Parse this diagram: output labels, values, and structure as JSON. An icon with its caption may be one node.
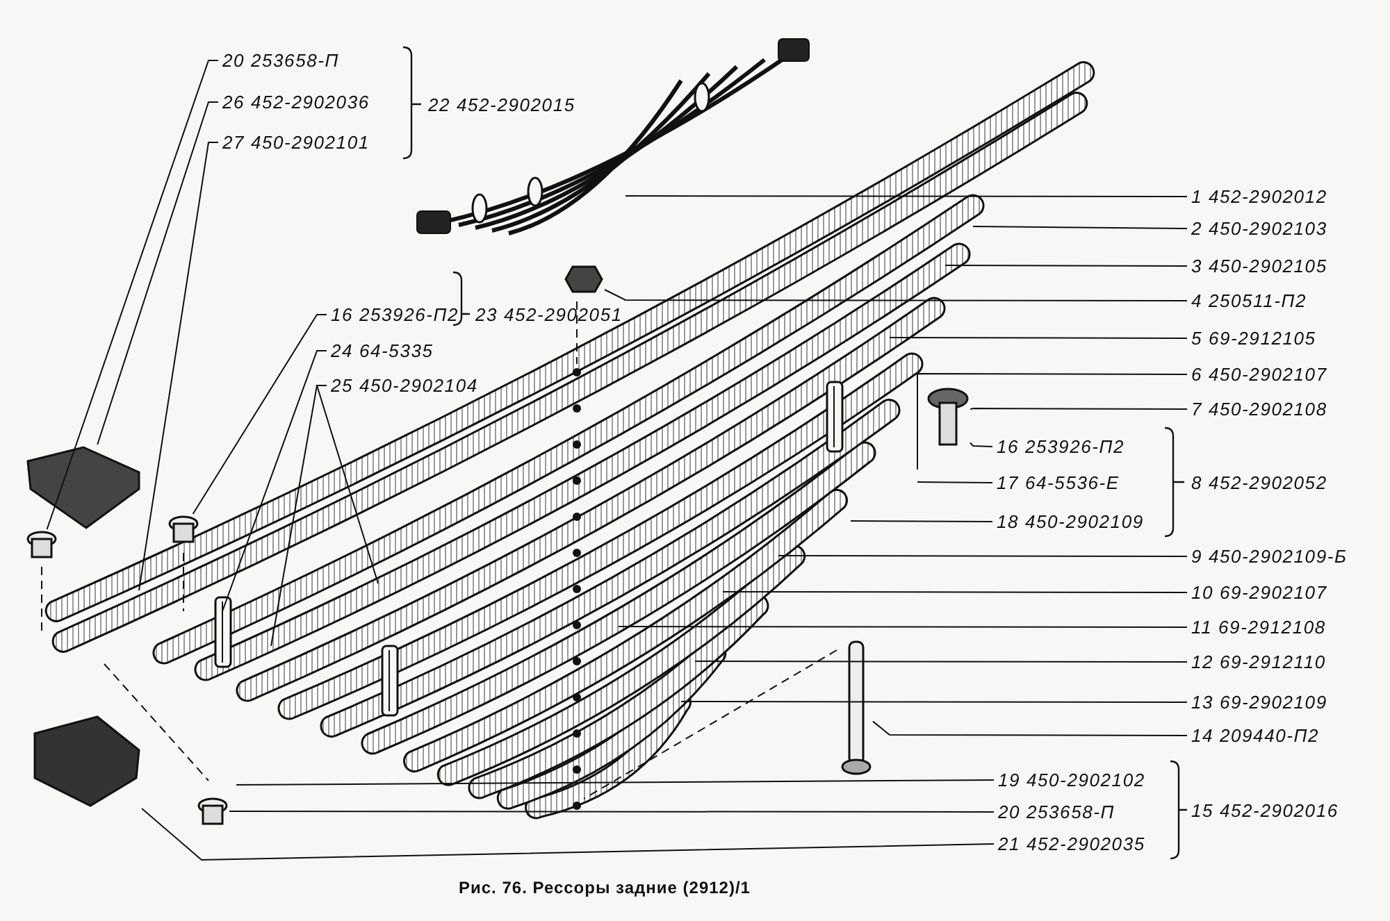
{
  "diagram": {
    "caption": "Рис. 76. Рессоры задние (2912)/1",
    "nodes": [
      {
        "text": [
          "20 253658-П"
        ]
      },
      {
        "text": [
          "26 452-2902036"
        ]
      },
      {
        "text": [
          "27 450-2902101"
        ]
      },
      {
        "text": [
          "16 253926-П2"
        ]
      },
      {
        "text": [
          "24 64-5335"
        ]
      },
      {
        "text": [
          "25 450-2902104"
        ]
      },
      {
        "text": [
          "1 452-2902012"
        ]
      },
      {
        "text": [
          "2 450-2902103"
        ]
      },
      {
        "text": [
          "3 450-2902105"
        ]
      },
      {
        "text": [
          "4 250511-П2"
        ]
      },
      {
        "text": [
          "5 69-2912105"
        ]
      },
      {
        "text": [
          "6 450-2902107"
        ]
      },
      {
        "text": [
          "7 450-2902108"
        ]
      },
      {
        "text": [
          "16 253926-П2"
        ]
      },
      {
        "text": [
          "17 64-5536-Е"
        ]
      },
      {
        "text": [
          "18 450-2902109"
        ]
      },
      {
        "text": [
          "9 450-2902109-Б"
        ]
      },
      {
        "text": [
          "10 69-2902107"
        ]
      },
      {
        "text": [
          "11 69-2912108"
        ]
      },
      {
        "text": [
          "12 69-2912110"
        ]
      },
      {
        "text": [
          "13 69-2902109"
        ]
      },
      {
        "text": [
          "14 209440-П2"
        ]
      },
      {
        "text": [
          "19 450-2902102"
        ]
      },
      {
        "text": [
          "20 253658-П"
        ]
      },
      {
        "text": [
          "21 452-2902035"
        ]
      },
      {
        "text": [],
        "shape": "picture"
      },
      {
        "text": [],
        "shape": "cylinder"
      },
      {
        "text": [],
        "shape": "cylinder"
      },
      {
        "text": [],
        "shape": "hexagon"
      },
      {
        "text": [],
        "shape": "picture"
      },
      {
        "text": [],
        "shape": "picture"
      },
      {
        "text": [],
        "shape": "picture"
      },
      {
        "text": [],
        "shape": "cylinder"
      }
    ],
    "edges": [
      {
        "from": 0,
        "to": 26,
        "arrow": "none"
      },
      {
        "from": 1,
        "to": 25,
        "arrow": "none"
      },
      {
        "from": 2,
        "to": null,
        "arrow": "none"
      },
      {
        "from": 3,
        "to": 27,
        "arrow": "none"
      },
      {
        "from": 4,
        "to": null,
        "arrow": "none"
      },
      {
        "from": 5,
        "to": null,
        "arrow": "none"
      },
      {
        "from": 5,
        "to": null,
        "arrow": "none"
      },
      {
        "from": 6,
        "to": null,
        "arrow": "none"
      },
      {
        "from": 7,
        "to": null,
        "arrow": "none"
      },
      {
        "from": 8,
        "to": null,
        "arrow": "none"
      },
      {
        "from": 9,
        "to": 28,
        "arrow": "none"
      },
      {
        "from": 10,
        "to": null,
        "arrow": "none"
      },
      {
        "from": 11,
        "to": null,
        "arrow": "none"
      },
      {
        "from": 12,
        "to": 29,
        "arrow": "none"
      },
      {
        "from": 13,
        "to": 29,
        "arrow": "none"
      },
      {
        "from": 14,
        "to": null,
        "arrow": "none"
      },
      {
        "from": 15,
        "to": null,
        "arrow": "none"
      },
      {
        "from": 16,
        "to": null,
        "arrow": "none"
      },
      {
        "from": 17,
        "to": null,
        "arrow": "none"
      },
      {
        "from": 18,
        "to": null,
        "arrow": "none"
      },
      {
        "from": 19,
        "to": null,
        "arrow": "none"
      },
      {
        "from": 20,
        "to": null,
        "arrow": "none"
      },
      {
        "from": 21,
        "to": 30,
        "arrow": "none"
      },
      {
        "from": 22,
        "to": null,
        "arrow": "none"
      },
      {
        "from": 23,
        "to": 32,
        "arrow": "none"
      },
      {
        "from": 24,
        "to": 31,
        "arrow": "none"
      }
    ],
    "labels": [
      "22 452-2902015",
      "23 452-2902051",
      "8 452-2902052",
      "15 452-2902016"
    ]
  }
}
